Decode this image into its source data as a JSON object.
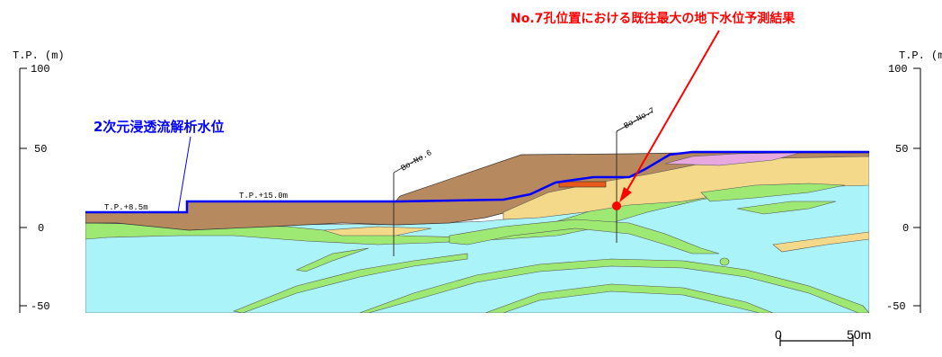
{
  "annotation_red": "No.7孔位置における既往最大の地下水位予測結果",
  "annotation_blue": "2次元浸透流解析水位",
  "axis_left": {
    "unit": "T.P. (m)",
    "ticks": [
      {
        "label": "100",
        "value": 100
      },
      {
        "label": "50",
        "value": 50
      },
      {
        "label": "0",
        "value": 0
      },
      {
        "label": "-50",
        "value": -50
      }
    ]
  },
  "axis_right": {
    "unit": "T.P. (m)",
    "ticks": [
      {
        "label": "100",
        "value": 100
      },
      {
        "label": "50",
        "value": 50
      },
      {
        "label": "0",
        "value": 0
      },
      {
        "label": "-50",
        "value": -50
      }
    ]
  },
  "water_labels": {
    "left": "T.P.+8.5m",
    "mid": "T.P.+15.0m"
  },
  "boreholes": [
    {
      "label": "Bo-No.6"
    },
    {
      "label": "Bo-No.7"
    }
  ],
  "scale_bar": {
    "start": "0",
    "end": "50m"
  },
  "colors": {
    "sea": "#aaf3f8",
    "green_layer": "#9ee874",
    "brown_fill": "#b68a5e",
    "sand_fill": "#f5d98a",
    "pink_fill": "#e7a8e0",
    "red_structure": "#e85a1a",
    "water_line": "#0000ff",
    "annotation_red": "#ff0000",
    "annotation_blue": "#0000ff"
  }
}
